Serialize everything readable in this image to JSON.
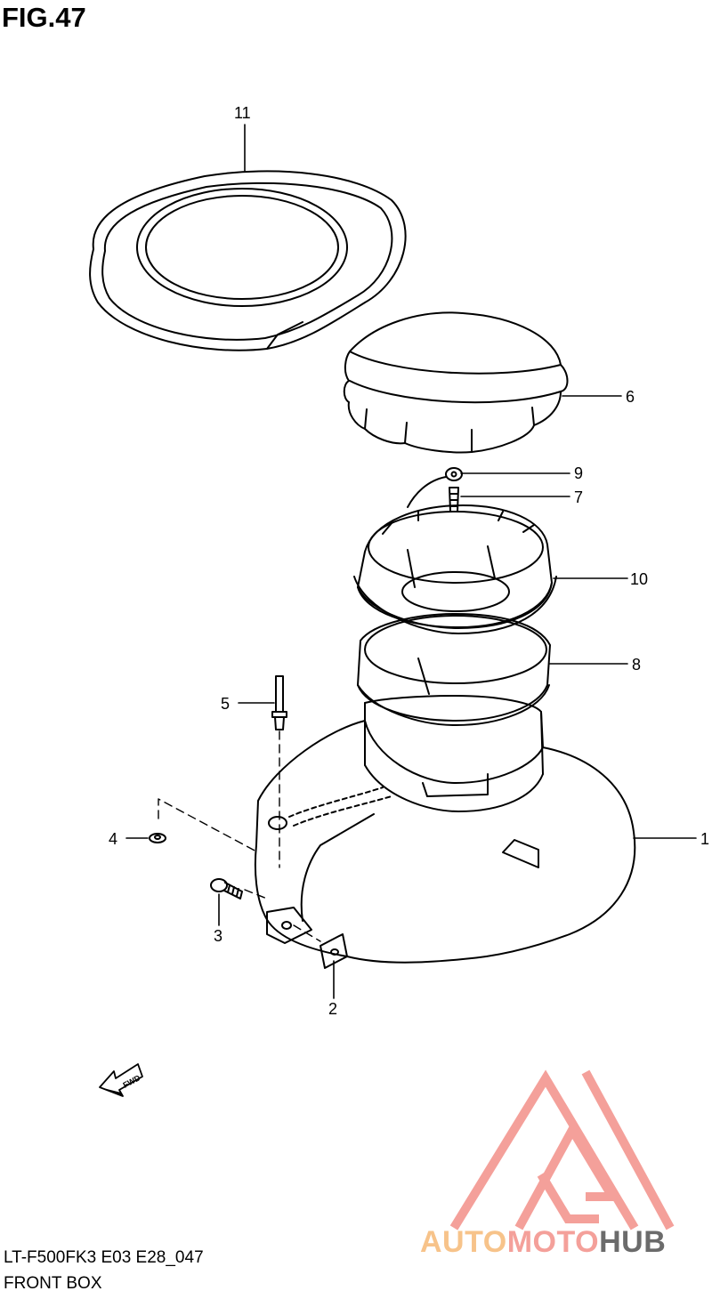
{
  "figure": {
    "title": "FIG.47",
    "model_code": "LT-F500FK3 E03 E28_047",
    "name": "FRONT BOX"
  },
  "callouts": [
    "1",
    "2",
    "3",
    "4",
    "5",
    "6",
    "7",
    "8",
    "9",
    "10",
    "11"
  ],
  "direction_arrow": {
    "label": "FWD",
    "icon": "fwd-arrow-icon"
  },
  "watermark": {
    "part1": "AUTO",
    "part2": "MOTO",
    "part3": "HUB",
    "colors": {
      "auto": "#f7c38a",
      "moto": "#f4a09a",
      "hub": "#6b6b6b",
      "logo": "#f4a09a"
    }
  }
}
